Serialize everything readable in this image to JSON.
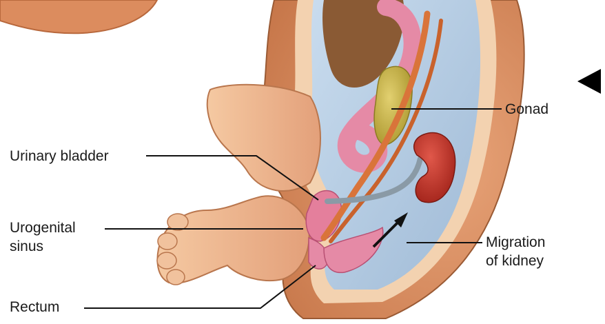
{
  "labels": {
    "gonad": "Gonad",
    "urinary_bladder": "Urinary bladder",
    "urogenital_sinus_line1": "Urogenital",
    "urogenital_sinus_line2": "sinus",
    "migration_line1": "Migration",
    "migration_line2": "of kidney",
    "rectum": "Rectum"
  },
  "colors": {
    "tissue_outer": "#d4885a",
    "tissue_mid": "#e3a27a",
    "tissue_light": "#f1c9a3",
    "cavity_blue": "#b7cfe4",
    "kidney": "#c8362a",
    "gonad": "#c9b446",
    "bladder_pink": "#e58aa6",
    "vessel_orange": "#d9743a",
    "duct_gray": "#8a9aa6"
  },
  "icons": [
    "nav-arrow-left-icon"
  ]
}
